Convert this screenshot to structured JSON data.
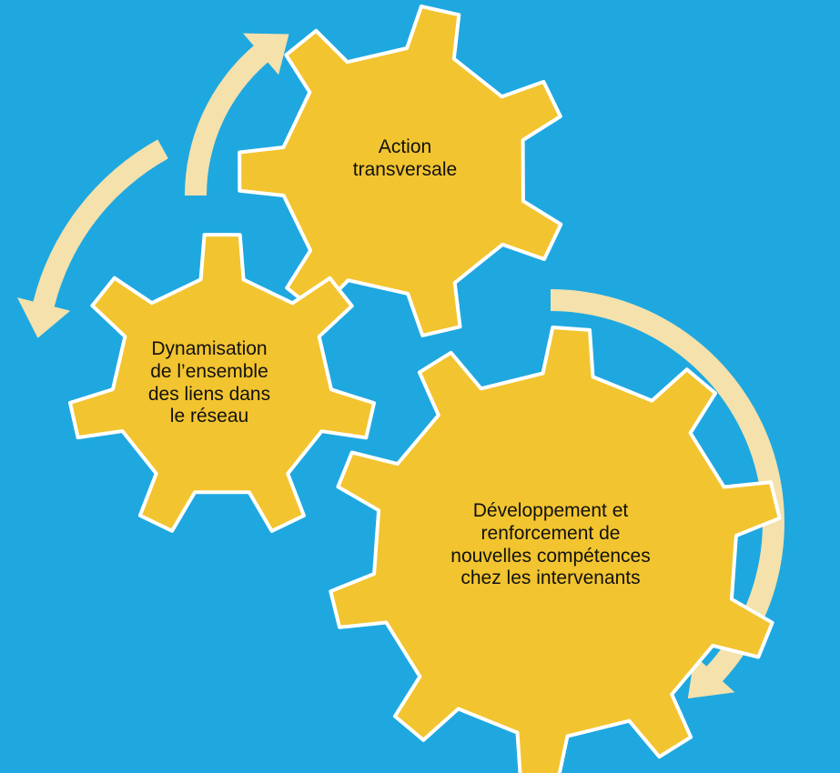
{
  "colors": {
    "background": "#1fa8e0",
    "gear_fill": "#f2c42f",
    "gear_stroke": "#ffffff",
    "arrow_fill": "#f4e1ac",
    "text": "#111111"
  },
  "gears": {
    "top": {
      "lines": [
        "Action",
        "transversale"
      ]
    },
    "left": {
      "lines": [
        "Dynamisation",
        "de l’ensemble",
        "des liens dans",
        "le réseau"
      ]
    },
    "big": {
      "lines": [
        "Développement  et",
        "renforcement de",
        "nouvelles compétences",
        "chez les intervenants"
      ]
    }
  }
}
